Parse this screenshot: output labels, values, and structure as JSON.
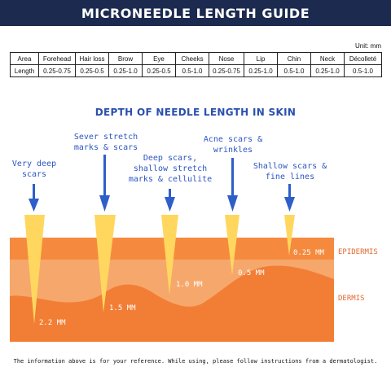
{
  "header": {
    "title": "MICRONEEDLE LENGTH GUIDE"
  },
  "table": {
    "unit_note": "Unit: mm",
    "rows": [
      [
        "Area",
        "Forehead",
        "Hair loss",
        "Brow",
        "Eye",
        "Cheeks",
        "Nose",
        "Lip",
        "Chin",
        "Neck",
        "Décolleté"
      ],
      [
        "Length",
        "0.25-0.75",
        "0.25-0.5",
        "0.25-1.0",
        "0.25-0.5",
        "0.5-1.0",
        "0.25-0.75",
        "0.25-1.0",
        "0.5-1.0",
        "0.25-1.0",
        "0.5-1.0"
      ]
    ]
  },
  "diagram": {
    "title": "DEPTH OF NEEDLE LENGTH IN SKIN",
    "labels": [
      {
        "line1": "Very deep",
        "line2": "scars",
        "line3": ""
      },
      {
        "line1": "Sever stretch",
        "line2": "marks & scars",
        "line3": ""
      },
      {
        "line1": "Deep scars,",
        "line2": "shallow stretch",
        "line3": "marks & cellulite"
      },
      {
        "line1": "Acne scars &",
        "line2": "wrinkles",
        "line3": ""
      },
      {
        "line1": "Shallow scars &",
        "line2": "fine lines",
        "line3": ""
      }
    ],
    "depths": [
      "2.2 MM",
      "1.5 MM",
      "1.0 MM",
      "0.5 MM",
      "0.25 MM"
    ],
    "layers": {
      "epidermis": "EPIDERMIS",
      "dermis": "DERMIS"
    },
    "colors": {
      "epidermis": "#f58a3e",
      "dermis": "#f6a86c",
      "deep": "#f27e35",
      "needle": "#ffd75e",
      "arrow": "#2d5fc9",
      "label": "#2b55c0"
    }
  },
  "footer": {
    "text": "The information above is for your reference. While using, please follow instructions from a dermatologist."
  }
}
